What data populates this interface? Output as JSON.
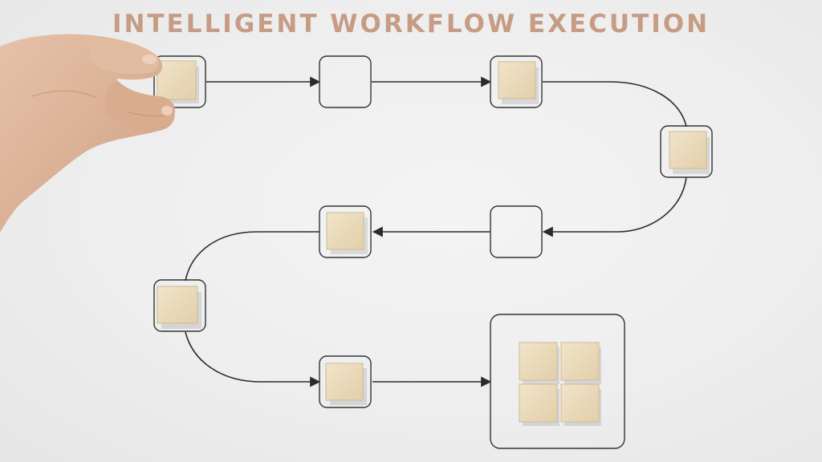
{
  "headline": "INTELLIGENT WORKFLOW EXECUTION",
  "colors": {
    "headline": "#c69c85",
    "line": "#2b2b2b",
    "frame": "#333333",
    "block_face": "#ecdcbd",
    "block_edge": "#cdbb96",
    "skin": "#dcb398"
  },
  "workflow": {
    "steps": [
      {
        "name": "step-1",
        "state": "filled",
        "held_by_hand": true
      },
      {
        "name": "step-2",
        "state": "empty"
      },
      {
        "name": "step-3",
        "state": "filled"
      },
      {
        "name": "step-4",
        "state": "filled"
      },
      {
        "name": "step-5",
        "state": "empty"
      },
      {
        "name": "step-6",
        "state": "filled"
      },
      {
        "name": "step-7",
        "state": "filled"
      },
      {
        "name": "step-8",
        "state": "filled"
      },
      {
        "name": "goal",
        "state": "filled",
        "block_count": 4
      }
    ]
  }
}
